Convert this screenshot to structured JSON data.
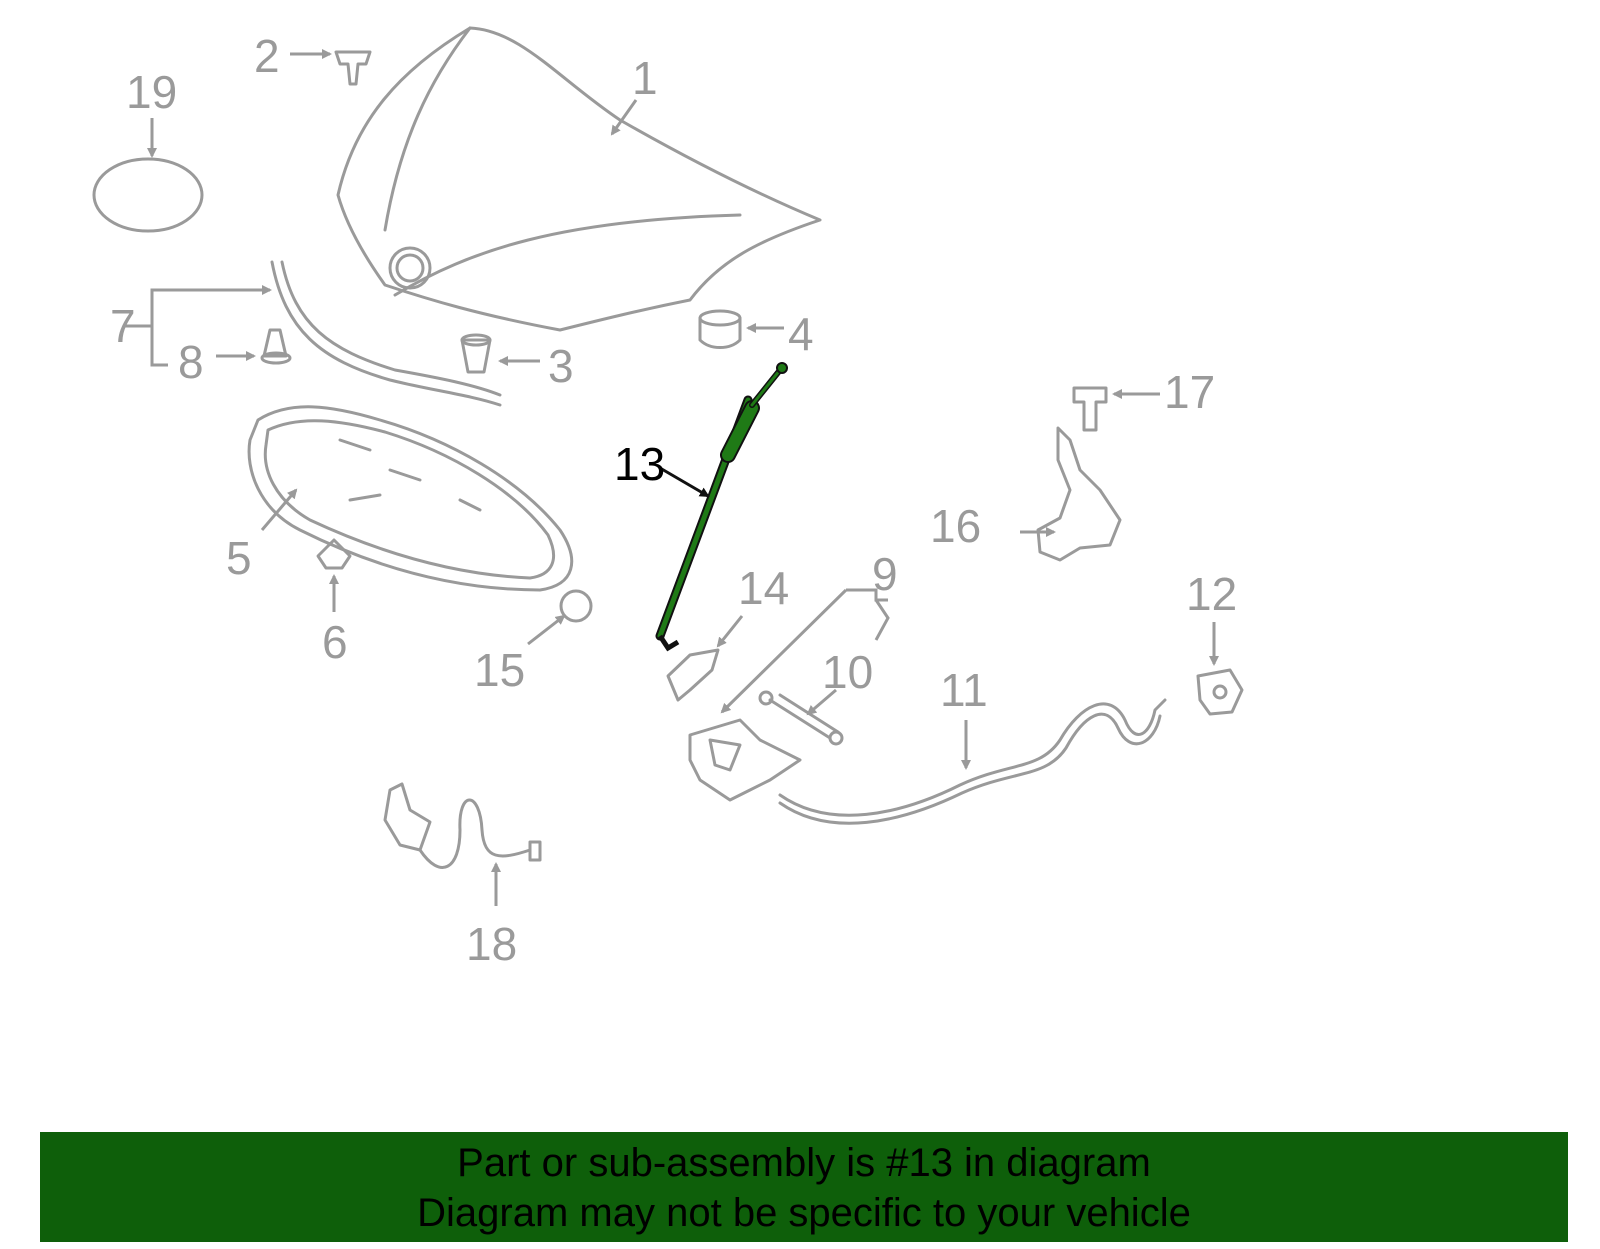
{
  "labels": {
    "p1": "1",
    "p2": "2",
    "p3": "3",
    "p4": "4",
    "p5": "5",
    "p6": "6",
    "p7": "7",
    "p8": "8",
    "p9": "9",
    "p10": "10",
    "p11": "11",
    "p12": "12",
    "p13": "13",
    "p14": "14",
    "p15": "15",
    "p16": "16",
    "p17": "17",
    "p18": "18",
    "p19": "19"
  },
  "colors": {
    "part_gray": "#9a9a9a",
    "highlight_green": "#1f7a16",
    "highlight_label": "#000000",
    "banner_bg": "#0e5f0a"
  },
  "banner": {
    "line1": "Part or sub-assembly is #13 in diagram",
    "line2": "Diagram may not be specific to your vehicle"
  }
}
